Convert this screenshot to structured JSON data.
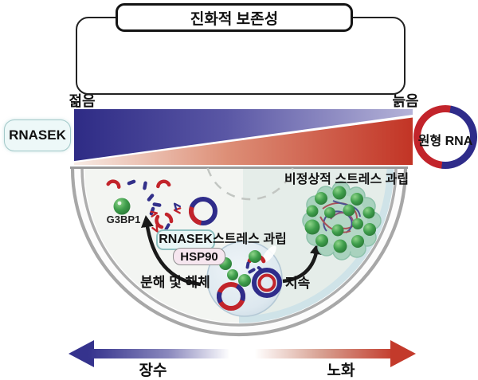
{
  "title": "진화적 보존성",
  "conservation_panel": {
    "organism_icons": [
      "worm-icon",
      "mouse-icon",
      "human-cell-icon"
    ]
  },
  "age_axis": {
    "young": "젊음",
    "old": "늙음"
  },
  "rnasek_legend": "RNASEK",
  "circular_rna": {
    "label": "원형 RNA",
    "ring_colors": {
      "red": "#c2242b",
      "blue": "#2f2c8a"
    }
  },
  "cell": {
    "abnormal_granule_label": "비정상적 스트레스 과립",
    "g3bp1_label": "G3BP1",
    "rnasek_label": "RNASEK",
    "hsp90_label": "HSP90",
    "stress_granule_label": "스트레스 과립",
    "disassembly_label": "분해 및 해체",
    "persistence_label": "지속"
  },
  "outcome_axis": {
    "left": "장수",
    "right": "노화"
  },
  "colors": {
    "wedge_blue": "#2e2b85",
    "wedge_red": "#c23425",
    "granule_green": "#3f9e4c",
    "granule_teal": "#a9d2be",
    "bubble_blue": "#d6e3ec",
    "rnasek_box_bg": "#e9f6f6",
    "hsp90_box_bg": "#f6e6ef"
  }
}
